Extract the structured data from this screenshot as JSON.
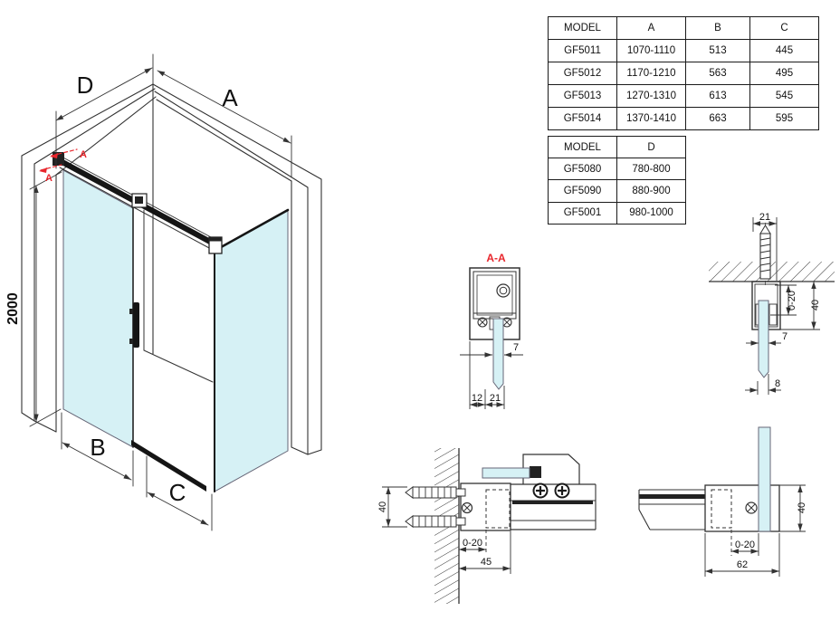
{
  "colors": {
    "line": "#333333",
    "dark": "#151515",
    "glass": "#d6f1f5",
    "accent_red": "#e8262c"
  },
  "tables": {
    "size": {
      "headers": [
        "MODEL",
        "A",
        "B",
        "C"
      ],
      "rows": [
        [
          "GF5011",
          "1070-1110",
          "513",
          "445"
        ],
        [
          "GF5012",
          "1170-1210",
          "563",
          "495"
        ],
        [
          "GF5013",
          "1270-1310",
          "613",
          "545"
        ],
        [
          "GF5014",
          "1370-1410",
          "663",
          "595"
        ]
      ]
    },
    "depth": {
      "headers": [
        "MODEL",
        "D"
      ],
      "rows": [
        [
          "GF5080",
          "780-800"
        ],
        [
          "GF5090",
          "880-900"
        ],
        [
          "GF5001",
          "980-1000"
        ]
      ]
    }
  },
  "iso": {
    "label_d": "D",
    "label_a": "A",
    "label_b": "B",
    "label_c": "C",
    "height": "2000",
    "section_mark_upper": "A",
    "section_mark_lower": "A"
  },
  "aa": {
    "title": "A-A",
    "glass_thickness": "7",
    "dim_left": "12",
    "dim_right": "21"
  },
  "ceiling": {
    "profile_width": "21",
    "adjust": "0-20",
    "profile_height": "40",
    "glass_thickness": "7",
    "glass_bottom": "8"
  },
  "bracket": {
    "anchor_spacing": "40",
    "adjust": "0-20",
    "depth": "45"
  },
  "floor": {
    "adjust": "0-20",
    "width": "62",
    "height": "40"
  }
}
